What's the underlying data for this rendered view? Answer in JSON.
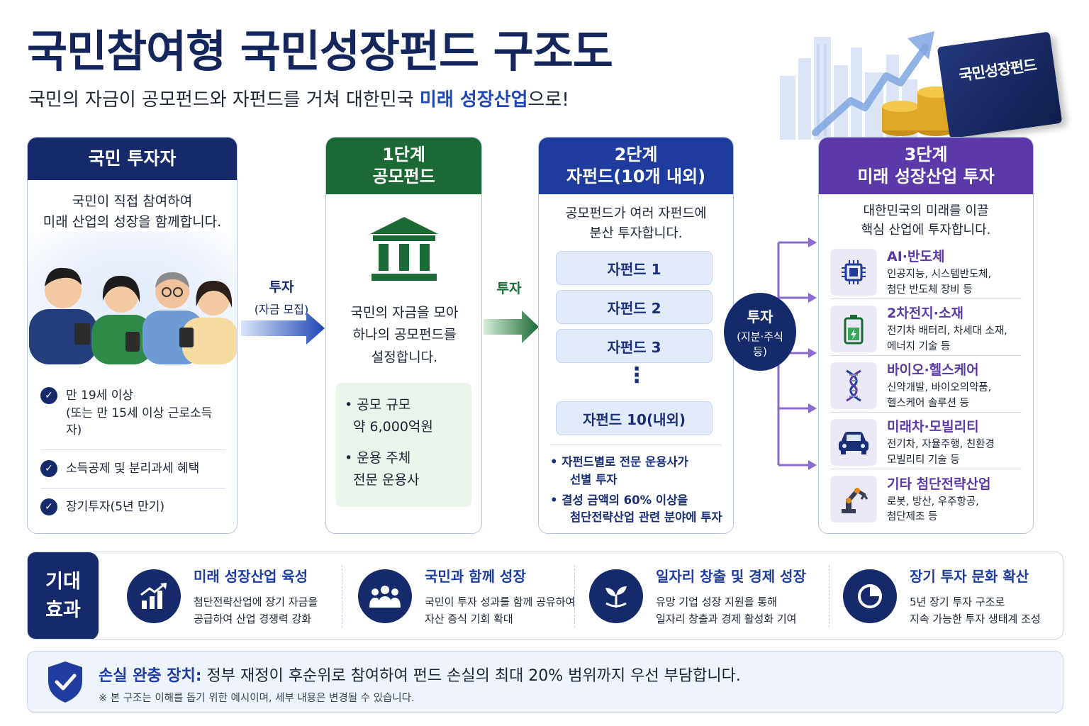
{
  "header": {
    "title": "국민참여형 국민성장펀드 구조도",
    "subtitle_pre": "국민의 자금이 공모펀드와 자펀드를 거쳐 대한민국 ",
    "subtitle_highlight": "미래 성장산업",
    "subtitle_post": "으로!",
    "book_label": "국민성장펀드"
  },
  "investors": {
    "heading": "국민 투자자",
    "desc_line1": "국민이 직접 참여하여",
    "desc_line2": "미래 산업의 성장을 함께합니다.",
    "conditions": [
      {
        "line1": "만 19세 이상",
        "line2": "(또는 만 15세 이상 근로소득자)"
      },
      {
        "line1": "소득공제 및 분리과세 혜택",
        "line2": ""
      },
      {
        "line1": "장기투자(5년 만기)",
        "line2": ""
      }
    ]
  },
  "flow1": {
    "label": "투자",
    "sub": "(자금 모집)"
  },
  "public_fund": {
    "step": "1단계",
    "heading": "공모펀드",
    "desc_line1": "국민의 자금을 모아",
    "desc_line2": "하나의 공모펀드를",
    "desc_line3": "설정합니다.",
    "info1_label": "공모 규모",
    "info1_value": "약 6,000억원",
    "info2_label": "운용 주체",
    "info2_value": "전문 운용사"
  },
  "flow2": {
    "label": "투자"
  },
  "sub_funds": {
    "step": "2단계",
    "heading": "자펀드(10개 내외)",
    "desc_line1": "공모펀드가 여러 자펀드에",
    "desc_line2": "분산 투자합니다.",
    "funds": [
      "자펀드 1",
      "자펀드 2",
      "자펀드 3"
    ],
    "ellipsis": "⋮",
    "last_fund": "자펀드 10(내외)",
    "note1_line1": "• 자펀드별로 전문 운용사가",
    "note1_line2": "선별 투자",
    "note2_line1": "• 결성 금액의 60% 이상을",
    "note2_line2": "첨단전략산업 관련 분야에 투자"
  },
  "flow3": {
    "label": "투자",
    "sub1": "(지분·주식",
    "sub2": "등)"
  },
  "industries": {
    "step": "3단계",
    "heading": "미래 성장산업 투자",
    "desc_line1": "대한민국의 미래를 이끌",
    "desc_line2": "핵심 산업에 투자합니다.",
    "items": [
      {
        "title": "AI·반도체",
        "desc1": "인공지능, 시스템반도체,",
        "desc2": "첨단 반도체 장비 등",
        "icon": "chip-icon"
      },
      {
        "title": "2차전지·소재",
        "desc1": "전기차 배터리, 차세대 소재,",
        "desc2": "에너지 기술 등",
        "icon": "battery-icon"
      },
      {
        "title": "바이오·헬스케어",
        "desc1": "신약개발, 바이오의약품,",
        "desc2": "헬스케어 솔루션 등",
        "icon": "dna-icon"
      },
      {
        "title": "미래차·모빌리티",
        "desc1": "전기차, 자율주행, 친환경",
        "desc2": "모빌리티 기술 등",
        "icon": "car-icon"
      },
      {
        "title": "기타 첨단전략산업",
        "desc1": "로봇, 방산, 우주항공,",
        "desc2": "첨단제조 등",
        "icon": "robot-arm-icon"
      }
    ]
  },
  "effects": {
    "label_line1": "기대",
    "label_line2": "효과",
    "items": [
      {
        "title": "미래 성장산업 육성",
        "desc1": "첨단전략산업에 장기 자금을",
        "desc2": "공급하여 산업 경쟁력 강화",
        "icon": "growth-chart-icon"
      },
      {
        "title": "국민과 함께 성장",
        "desc1": "국민이 투자 성과를 함께 공유하여",
        "desc2": "자산 증식 기회 확대",
        "icon": "people-group-icon"
      },
      {
        "title": "일자리 창출 및 경제 성장",
        "desc1": "유망 기업 성장 지원을 통해",
        "desc2": "일자리 창출과 경제 활성화 기여",
        "icon": "sprout-icon"
      },
      {
        "title": "장기 투자 문화 확산",
        "desc1": "5년 장기 투자 구조로",
        "desc2": "지속 가능한 투자 생태계 조성",
        "icon": "pie-chart-icon"
      }
    ]
  },
  "loss": {
    "title": "손실 완충 장치:",
    "text": " 정부 재정이 후순위로 참여하여 펀드 손실의 최대 20% 범위까지 우선 부담합니다.",
    "note": "※ 본 구조는 이해를 돕기 위한 예시이며, 세부 내용은 변경될 수 있습니다."
  }
}
